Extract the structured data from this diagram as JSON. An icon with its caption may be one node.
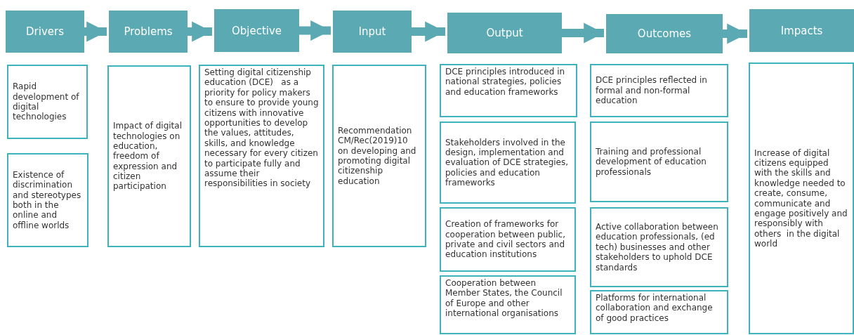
{
  "diagram": {
    "nodes": [
      {
        "text": [
          "Drivers"
        ]
      },
      {
        "text": [
          "Problems"
        ]
      },
      {
        "text": [
          "Objective"
        ]
      },
      {
        "text": [
          "Input"
        ]
      },
      {
        "text": [
          "Output"
        ]
      },
      {
        "text": [
          "Outcomes"
        ]
      },
      {
        "text": [
          "Impacts"
        ]
      },
      {
        "text": [
          "Rapid development of digital technologies"
        ]
      },
      {
        "text": [
          "Existence of discrimination and stereotypes both in the online and offline worlds"
        ]
      },
      {
        "text": [
          "Impact of digital technologies on education, freedom of expression and citizen participation"
        ]
      },
      {
        "text": [
          "Setting digital citizenship education (DCE)   as a priority for policy makers to ensure to provide young citizens with innovative opportunities to develop the values, attitudes, skills, and knowledge necessary for every citizen to participate fully and assume their responsibilities in society"
        ]
      },
      {
        "text": [
          "Recommendation CM/Rec(2019)10 on developing and promoting digital citizenship education"
        ]
      },
      {
        "text": [
          "DCE principles introduced in national strategies, policies and education frameworks"
        ]
      },
      {
        "text": [
          "Stakeholders involved in the design, implementation and evaluation of DCE strategies, policies and education frameworks"
        ]
      },
      {
        "text": [
          "Creation of frameworks for cooperation between public, private and civil sectors and education institutions"
        ]
      },
      {
        "text": [
          "Cooperation between Member States, the Council of Europe and other international organisations"
        ]
      },
      {
        "text": [
          "DCE principles reflected in formal and non-formal education"
        ]
      },
      {
        "text": [
          "Training and professional development of education professionals"
        ]
      },
      {
        "text": [
          "Active collaboration between education professionals, (ed tech) businesses and other stakeholders to uphold DCE standards"
        ]
      },
      {
        "text": [
          "Platforms for international collaboration and exchange of good practices"
        ]
      },
      {
        "text": [
          "Increase of digital citizens equipped with the skills and knowledge needed to create, consume, communicate and engage positively and responsibly with others  in the digital world"
        ]
      }
    ],
    "edges": [
      {
        "from": 0,
        "to": 1,
        "arrow": "to"
      },
      {
        "from": 1,
        "to": 2,
        "arrow": "to"
      },
      {
        "from": 2,
        "to": 3,
        "arrow": "to"
      },
      {
        "from": 3,
        "to": 4,
        "arrow": "to"
      },
      {
        "from": 4,
        "to": 5,
        "arrow": "to"
      },
      {
        "from": 5,
        "to": 6,
        "arrow": "to"
      }
    ]
  }
}
